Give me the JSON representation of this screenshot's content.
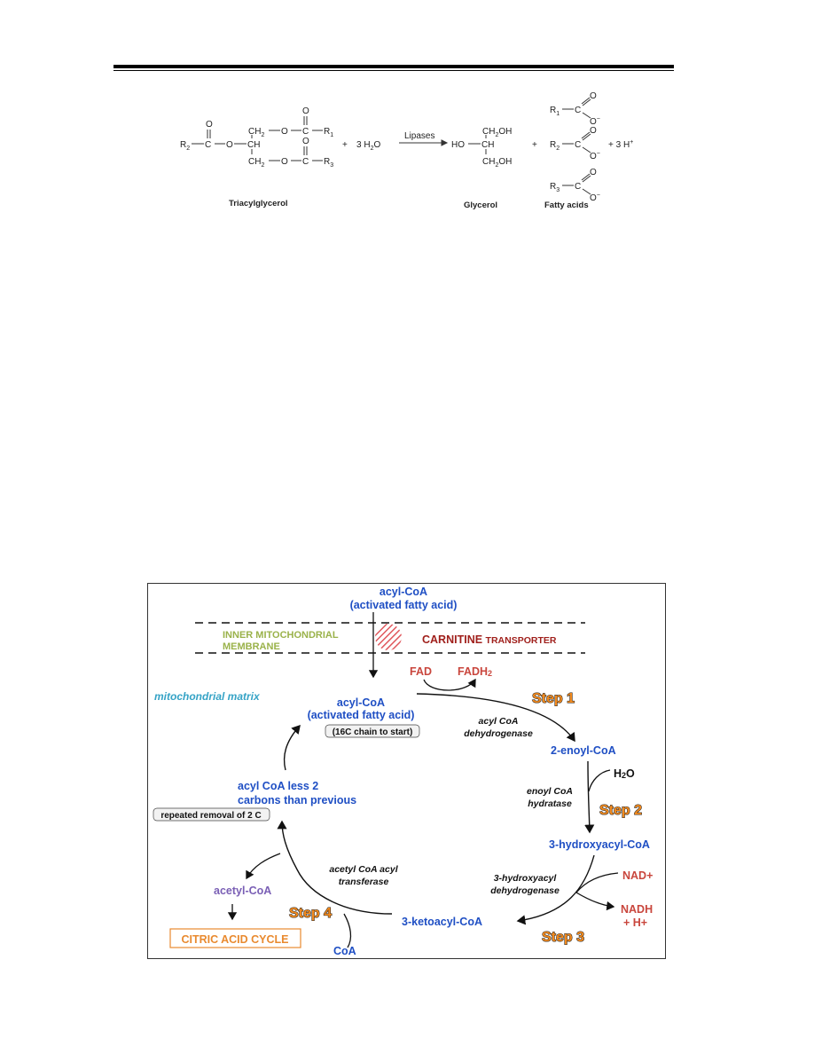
{
  "reaction": {
    "tag_r2": "R",
    "sub2": "2",
    "sub1": "1",
    "sub3": "3",
    "tag_c": "C",
    "tag_o": "O",
    "tag_ch": "CH",
    "tag_ch2": "CH",
    "tag_ch2_sub": "2",
    "tag_ch2oh": "CH",
    "tag_oh": "OH",
    "tag_ho": "HO",
    "plus": "+",
    "water": "3 H",
    "water_sub": "2",
    "water_o": "O",
    "arrow_label": "Lipases",
    "o_minus": "O",
    "minus": "−",
    "protons": "+ 3 H",
    "h_plus": "+",
    "label_tag": "Triacylglycerol",
    "label_glycerol": "Glycerol",
    "label_fa": "Fatty acids"
  },
  "pathway": {
    "top_acyl_line1": "acyl-CoA",
    "top_acyl_line2": "(activated fatty acid)",
    "membrane_line1": "INNER MITOCHONDRIAL",
    "membrane_line2": "MEMBRANE",
    "transporter_main": "CARNITINE",
    "transporter_sub": "TRANSPORTER",
    "matrix_label": "mitochondrial matrix",
    "fad": "FAD",
    "fadh2": "FADH",
    "fadh2_sub": "2",
    "step1": "Step 1",
    "step2": "Step 2",
    "step3": "Step 3",
    "step4": "Step 4",
    "acyl_line1": "acyl-CoA",
    "acyl_line2": "(activated fatty acid)",
    "chain_note": "(16C chain to start)",
    "enzyme1_line1": "acyl CoA",
    "enzyme1_line2": "dehydrogenase",
    "enoyl": "2-enoyl-CoA",
    "water": "H",
    "water_sub": "2",
    "water_o": "O",
    "enzyme2_line1": "enoyl CoA",
    "enzyme2_line2": "hydratase",
    "hydroxyacyl": "3-hydroxyacyl-CoA",
    "enzyme3_line1": "3-hydroxyacyl",
    "enzyme3_line2": "dehydrogenase",
    "nad": "NAD+",
    "nadh": "NADH",
    "nadh_h": "+ H+",
    "ketoacyl": "3-ketoacyl-CoA",
    "enzyme4_line1": "acetyl CoA acyl",
    "enzyme4_line2": "transferase",
    "coa": "CoA",
    "acetyl": "acetyl-CoA",
    "citric": "CITRIC ACID CYCLE",
    "less2_line1": "acyl CoA less 2",
    "less2_line2": "carbons than previous",
    "repeated": "repeated removal of 2 C"
  }
}
